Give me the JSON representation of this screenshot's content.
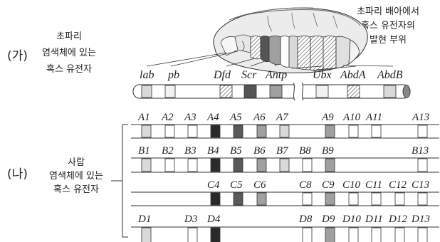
{
  "part_a": {
    "marker": "(가)",
    "label_lines": [
      "초파리",
      "염색체에 있는",
      "혹스 유전자"
    ],
    "embryo_caption_lines": [
      "초파리 배아에서",
      "혹스 유전자의",
      "발현 부위"
    ],
    "genes": [
      "lab",
      "pb",
      "Dfd",
      "Scr",
      "Antp",
      "Ubx",
      "AbdA",
      "AbdB"
    ],
    "icons": {
      "embryo": "fruit-fly-embryo",
      "chromosome": "chromosome-bar"
    }
  },
  "part_b": {
    "marker": "(나)",
    "label_lines": [
      "사람",
      "염색체에 있는",
      "혹스 유전자"
    ],
    "clusters": [
      {
        "id": "A",
        "labels": [
          "A1",
          "A2",
          "A3",
          "A4",
          "A5",
          "A6",
          "A7",
          "A9",
          "A10",
          "A11",
          "A13"
        ]
      },
      {
        "id": "B",
        "labels": [
          "B1",
          "B2",
          "B3",
          "B4",
          "B5",
          "B6",
          "B7",
          "B8",
          "B9",
          "B13"
        ]
      },
      {
        "id": "C",
        "labels": [
          "C4",
          "C5",
          "C6",
          "C8",
          "C9",
          "C10",
          "C11",
          "C12",
          "C13"
        ]
      },
      {
        "id": "D",
        "labels": [
          "D1",
          "D3",
          "D4",
          "D8",
          "D9",
          "D10",
          "D11",
          "D12",
          "D13"
        ]
      }
    ]
  },
  "colors": {
    "white": "#ffffff",
    "light_gray": "#d9d9d9",
    "mid_gray": "#a0a0a0",
    "dark_gray": "#5a5a5a",
    "black": "#2a2a2a",
    "line": "#333333"
  }
}
